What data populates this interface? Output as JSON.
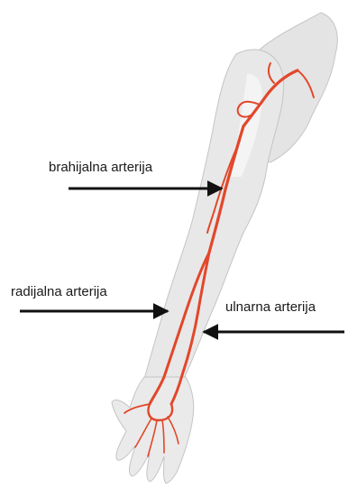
{
  "labels": {
    "brachial": "brahijalna arterija",
    "radial": "radijalna arterija",
    "ulnar": "ulnarna arterija"
  },
  "colors": {
    "artery": "#e2472b",
    "arm_fill": "#e6e6e6",
    "arm_outline": "#c4c4c4",
    "arrow": "#111111",
    "background": "#ffffff"
  }
}
